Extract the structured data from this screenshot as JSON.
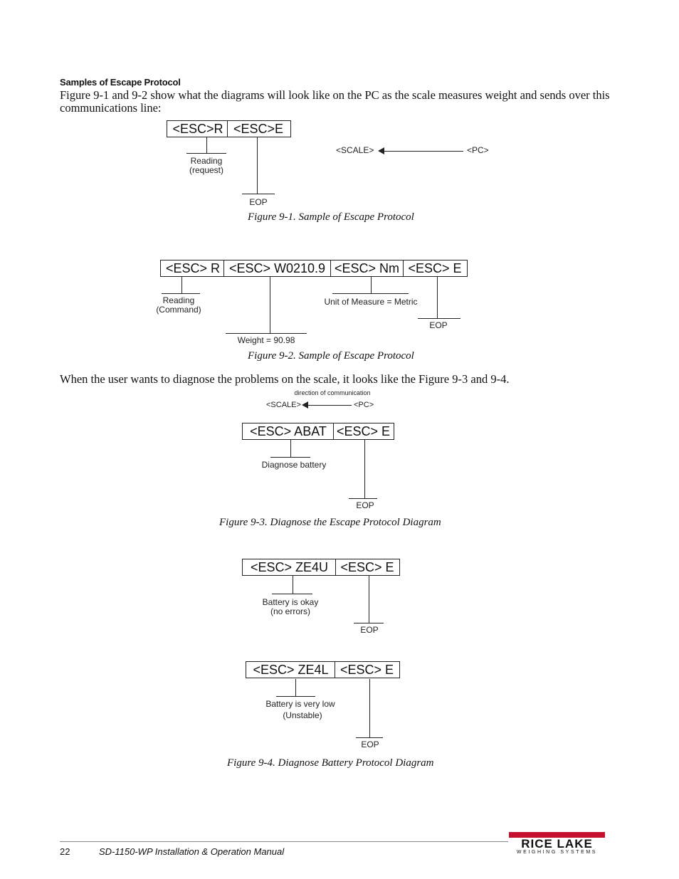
{
  "section": {
    "heading": "Samples of Escape Protocol",
    "intro": "Figure 9-1 and 9-2 show what the diagrams will look like on the PC as the scale measures weight and sends over this communications line:",
    "diagnose_intro": "When the user wants to diagnose the problems on the scale, it looks like the Figure 9-3 and 9-4."
  },
  "fig1": {
    "cells": [
      "<ESC>R",
      "<ESC>E"
    ],
    "label_reading_1": "Reading",
    "label_reading_2": "(request)",
    "label_eop": "EOP",
    "arrow_left": "<SCALE>",
    "arrow_right": "<PC>",
    "caption": "Figure 9-1. Sample of Escape Protocol"
  },
  "fig2": {
    "cells": [
      "<ESC> R",
      "<ESC> W0210.9",
      "<ESC> Nm",
      "<ESC> E"
    ],
    "label_reading_1": "Reading",
    "label_reading_2": "(Command)",
    "label_weight": "Weight = 90.98",
    "label_unit": "Unit of Measure = Metric",
    "label_eop": "EOP",
    "caption": "Figure 9-2. Sample of Escape Protocol"
  },
  "fig3": {
    "direction_label": "direction of communication",
    "arrow_left": "<SCALE>",
    "arrow_right": "<PC>",
    "cells": [
      "<ESC> ABAT",
      "<ESC> E"
    ],
    "label_diag": "Diagnose battery",
    "label_eop": "EOP",
    "caption": "Figure 9-3. Diagnose the Escape Protocol Diagram"
  },
  "fig4": {
    "a": {
      "cells": [
        "<ESC> ZE4U",
        "<ESC> E"
      ],
      "label_1": "Battery is okay",
      "label_2": "(no errors)",
      "label_eop": "EOP"
    },
    "b": {
      "cells": [
        "<ESC> ZE4L",
        "<ESC> E"
      ],
      "label_1": "Battery is very low",
      "label_2": "(Unstable)",
      "label_eop": "EOP"
    },
    "caption": "Figure 9-4. Diagnose Battery Protocol Diagram"
  },
  "footer": {
    "page_number": "22",
    "manual_title": "SD-1150-WP Installation & Operation Manual",
    "logo_main": "RICE LAKE",
    "logo_sub": "WEIGHING SYSTEMS",
    "brand_color": "#c8102e"
  }
}
